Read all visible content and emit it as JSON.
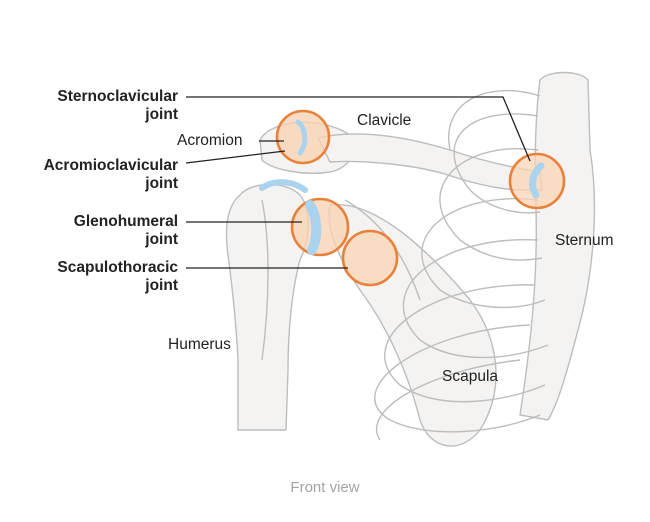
{
  "labels": {
    "sternoclavicular": [
      "Sternoclavicular",
      "joint"
    ],
    "acromion": "Acromion",
    "acromioclavicular": [
      "Acromioclavicular",
      "joint"
    ],
    "glenohumeral": [
      "Glenohumeral",
      "joint"
    ],
    "scapulothoracic": [
      "Scapulothoracic",
      "joint"
    ],
    "clavicle": "Clavicle",
    "sternum": "Sternum",
    "humerus": "Humerus",
    "scapula": "Scapula"
  },
  "caption": "Front view",
  "colors": {
    "joint_ring": "#e8813a",
    "joint_fill": "#f9d2b3",
    "cartilage": "#a9d3ee",
    "bone_fill": "#f4f3f1",
    "bone_outline": "#bdbdbd",
    "leader_line": "#222222"
  }
}
